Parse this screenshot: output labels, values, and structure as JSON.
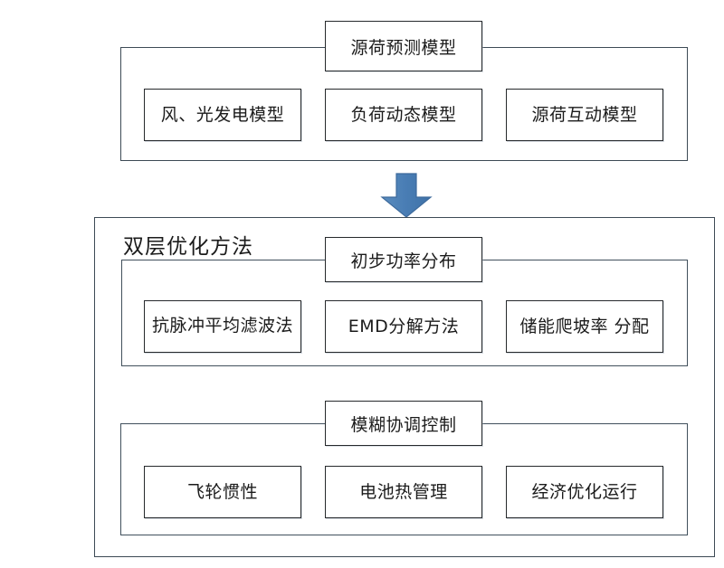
{
  "diagram": {
    "type": "block-diagram",
    "language": "zh-CN",
    "colors": {
      "box_border": "#26292c",
      "frame_border": "#3d4a55",
      "arrow_fill": "#4a7eb5",
      "arrow_stroke": "#3d6a9c",
      "background": "#ffffff",
      "text": "#1b1b1b"
    },
    "sections": [
      {
        "id": "source-load-forecast",
        "title": "源荷预测模型",
        "label": "",
        "items": [
          "风、光发电模型",
          "负荷动态模型",
          "源荷互动模型"
        ]
      },
      {
        "id": "bilevel-optimization",
        "label": "双层优化方法",
        "subsections": [
          {
            "id": "preliminary-power-distribution",
            "title": "初步功率分布",
            "items": [
              "抗脉冲平均滤波法",
              "EMD分解方法",
              "储能爬坡率 分配"
            ]
          },
          {
            "id": "fuzzy-coordination-control",
            "title": "模糊协调控制",
            "items": [
              "飞轮惯性",
              "电池热管理",
              "经济优化运行"
            ]
          }
        ]
      }
    ],
    "connector": {
      "name": "down-arrow",
      "direction": "down"
    }
  }
}
